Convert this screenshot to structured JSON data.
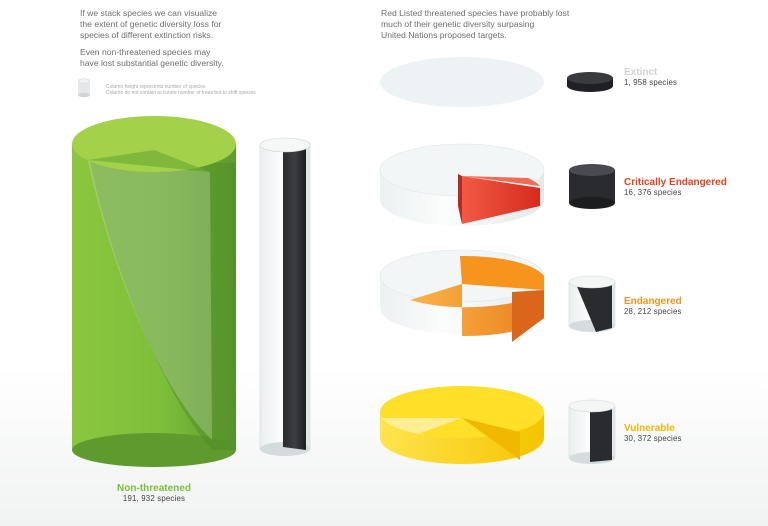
{
  "intro_left": [
    "If we stack species we can visualize",
    "the extent of genetic diversity loss for",
    "species of different extinction risks."
  ],
  "intro_left_2": [
    "Even non-threatened species may",
    "have lost substantial genetic diversity."
  ],
  "intro_right": [
    "Red Listed threatened species have probably lost",
    "much of their genetic diversity surpasing",
    "United Nations proposed targets."
  ],
  "legend": {
    "line1": "Column height represents number of species",
    "line2": "Column do not contain accurate number of trees but to shift species",
    "icon": "cylinder-icon"
  },
  "colors": {
    "non_threatened": "#7dbf3a",
    "extinct": "#d1d3d4",
    "critically_endangered": "#e8411d",
    "endangered": "#f7941d",
    "vulnerable": "#ffcb05",
    "species_column": "#2e2f33"
  },
  "chart_data": {
    "type": "pie",
    "series": [
      {
        "category": "Non-threatened",
        "count_label": "191, 932 species",
        "species": 191932
      },
      {
        "category": "Extinct",
        "count_label": "1, 958 species",
        "species": 1958
      },
      {
        "category": "Critically Endangered",
        "count_label": "16, 376 species",
        "species": 16376
      },
      {
        "category": "Endangered",
        "count_label": "28, 212 species",
        "species": 28212
      },
      {
        "category": "Vulnerable",
        "count_label": "30, 372 species",
        "species": 30372
      }
    ]
  }
}
